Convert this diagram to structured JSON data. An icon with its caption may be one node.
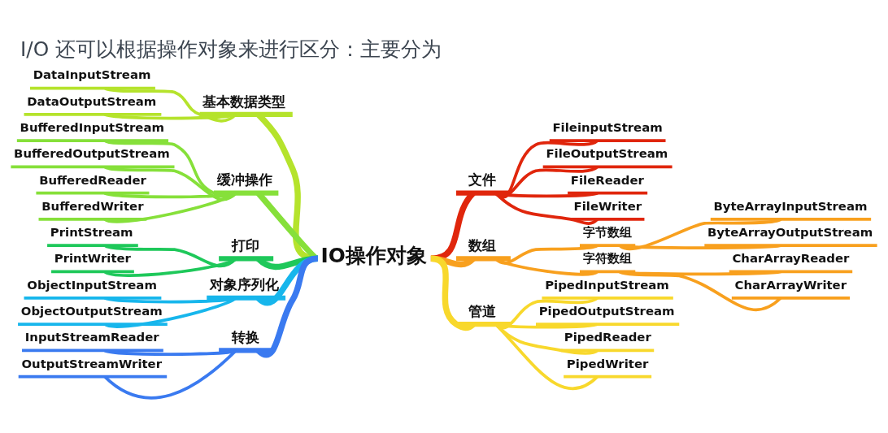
{
  "diagram": {
    "title": "I/O 还可以根据操作对象来进行区分：主要分为",
    "nodes": [
      {
        "text": [
          "IO操作对象"
        ]
      },
      {
        "text": [
          "基本数据类型"
        ]
      },
      {
        "text": [
          "DataInputStream"
        ]
      },
      {
        "text": [
          "DataOutputStream"
        ]
      },
      {
        "text": [
          "缓冲操作"
        ]
      },
      {
        "text": [
          "BufferedInputStream"
        ]
      },
      {
        "text": [
          "BufferedOutputStream"
        ]
      },
      {
        "text": [
          "BufferedReader"
        ]
      },
      {
        "text": [
          "BufferedWriter"
        ]
      },
      {
        "text": [
          "打印"
        ]
      },
      {
        "text": [
          "PrintStream"
        ]
      },
      {
        "text": [
          "PrintWriter"
        ]
      },
      {
        "text": [
          "对象序列化"
        ]
      },
      {
        "text": [
          "ObjectInputStream"
        ]
      },
      {
        "text": [
          "ObjectOutputStream"
        ]
      },
      {
        "text": [
          "转换"
        ]
      },
      {
        "text": [
          "InputStreamReader"
        ]
      },
      {
        "text": [
          "OutputStreamWriter"
        ]
      },
      {
        "text": [
          "文件"
        ]
      },
      {
        "text": [
          "FileinputStream"
        ]
      },
      {
        "text": [
          "FileOutputStream"
        ]
      },
      {
        "text": [
          "FileReader"
        ]
      },
      {
        "text": [
          "FileWriter"
        ]
      },
      {
        "text": [
          "数组"
        ]
      },
      {
        "text": [
          "字节数组"
        ]
      },
      {
        "text": [
          "ByteArrayInputStream"
        ]
      },
      {
        "text": [
          "ByteArrayOutputStream"
        ]
      },
      {
        "text": [
          "字符数组"
        ]
      },
      {
        "text": [
          "CharArrayReader"
        ]
      },
      {
        "text": [
          "CharArrayWriter"
        ]
      },
      {
        "text": [
          "管道"
        ]
      },
      {
        "text": [
          "PipedInputStream"
        ]
      },
      {
        "text": [
          "PipedOutputStream"
        ]
      },
      {
        "text": [
          "PipedReader"
        ]
      },
      {
        "text": [
          "PipedWriter"
        ]
      }
    ],
    "edges": [
      {
        "from": 0,
        "to": 1,
        "arrow": "none",
        "style": "thick",
        "color": "#b5e32c"
      },
      {
        "from": 1,
        "to": 2,
        "arrow": "none",
        "color": "#b5e32c"
      },
      {
        "from": 1,
        "to": 3,
        "arrow": "none",
        "color": "#b5e32c"
      },
      {
        "from": 0,
        "to": 4,
        "arrow": "none",
        "style": "thick",
        "color": "#86e03a"
      },
      {
        "from": 4,
        "to": 5,
        "arrow": "none",
        "color": "#86e03a"
      },
      {
        "from": 4,
        "to": 6,
        "arrow": "none",
        "color": "#86e03a"
      },
      {
        "from": 4,
        "to": 7,
        "arrow": "none",
        "color": "#86e03a"
      },
      {
        "from": 4,
        "to": 8,
        "arrow": "none",
        "color": "#86e03a"
      },
      {
        "from": 0,
        "to": 9,
        "arrow": "none",
        "style": "thick",
        "color": "#1ec85a"
      },
      {
        "from": 9,
        "to": 10,
        "arrow": "none",
        "color": "#1ec85a"
      },
      {
        "from": 9,
        "to": 11,
        "arrow": "none",
        "color": "#1ec85a"
      },
      {
        "from": 0,
        "to": 12,
        "arrow": "none",
        "style": "thick",
        "color": "#17b6ec"
      },
      {
        "from": 12,
        "to": 13,
        "arrow": "none",
        "color": "#17b6ec"
      },
      {
        "from": 12,
        "to": 14,
        "arrow": "none",
        "color": "#17b6ec"
      },
      {
        "from": 0,
        "to": 15,
        "arrow": "none",
        "style": "thick",
        "color": "#3a7af0"
      },
      {
        "from": 15,
        "to": 16,
        "arrow": "none",
        "color": "#3a7af0"
      },
      {
        "from": 15,
        "to": 17,
        "arrow": "none",
        "color": "#3a7af0"
      },
      {
        "from": 0,
        "to": 18,
        "arrow": "none",
        "style": "thick",
        "color": "#e0260c"
      },
      {
        "from": 18,
        "to": 19,
        "arrow": "none",
        "color": "#e0260c"
      },
      {
        "from": 18,
        "to": 20,
        "arrow": "none",
        "color": "#e0260c"
      },
      {
        "from": 18,
        "to": 21,
        "arrow": "none",
        "color": "#e0260c"
      },
      {
        "from": 18,
        "to": 22,
        "arrow": "none",
        "color": "#e0260c"
      },
      {
        "from": 0,
        "to": 23,
        "arrow": "none",
        "style": "thick",
        "color": "#f8a01e"
      },
      {
        "from": 23,
        "to": 24,
        "arrow": "none",
        "color": "#f8a01e"
      },
      {
        "from": 24,
        "to": 25,
        "arrow": "none",
        "color": "#f8a01e"
      },
      {
        "from": 24,
        "to": 26,
        "arrow": "none",
        "color": "#f8a01e"
      },
      {
        "from": 23,
        "to": 27,
        "arrow": "none",
        "color": "#f8a01e"
      },
      {
        "from": 27,
        "to": 28,
        "arrow": "none",
        "color": "#f8a01e"
      },
      {
        "from": 27,
        "to": 29,
        "arrow": "none",
        "color": "#f8a01e"
      },
      {
        "from": 0,
        "to": 30,
        "arrow": "none",
        "style": "thick",
        "color": "#f8d82c"
      },
      {
        "from": 30,
        "to": 31,
        "arrow": "none",
        "color": "#f8d82c"
      },
      {
        "from": 30,
        "to": 32,
        "arrow": "none",
        "color": "#f8d82c"
      },
      {
        "from": 30,
        "to": 33,
        "arrow": "none",
        "color": "#f8d82c"
      },
      {
        "from": 30,
        "to": 34,
        "arrow": "none",
        "color": "#f8d82c"
      }
    ]
  }
}
